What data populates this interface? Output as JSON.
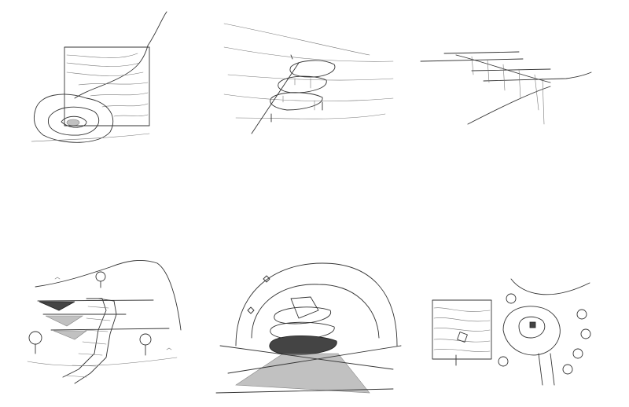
{
  "canvas": {
    "background": "#ffffff",
    "ink": "#333333"
  },
  "sketches": [
    {
      "subject": "site-plan-contours-with-island"
    },
    {
      "subject": "stacked-platforms-on-slope"
    },
    {
      "subject": "terraces-section"
    },
    {
      "subject": "hillside-stair-terraces"
    },
    {
      "subject": "layered-pavilion-under-arch"
    },
    {
      "subject": "contour-plan-and-island-plan"
    }
  ]
}
